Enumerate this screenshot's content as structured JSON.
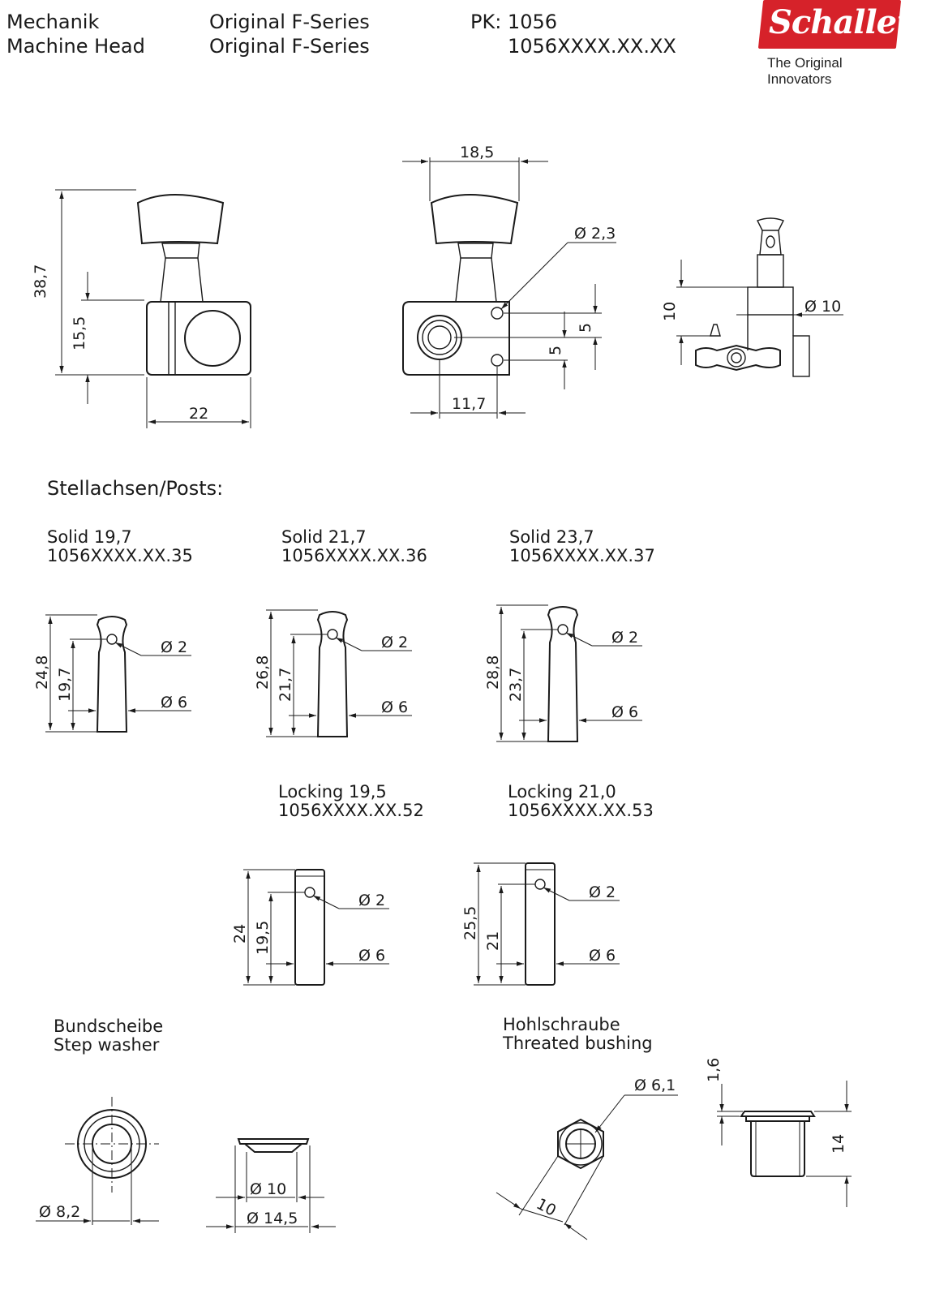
{
  "header": {
    "col1": [
      "Mechanik",
      "Machine Head"
    ],
    "col2": [
      "Original F-Series",
      "Original F-Series"
    ],
    "pk_label": "PK: 1056",
    "pk_number": "1056XXXX.XX.XX"
  },
  "logo": {
    "wordmark": "Schaller",
    "tagline": "The Original Innovators",
    "color": "#d6222a"
  },
  "machine_head": {
    "front_dims": {
      "height": "38,7",
      "body_height": "15,5",
      "width": "22"
    },
    "rear_dims": {
      "button_width": "18,5",
      "hole_dia": "Ø 2,3",
      "spacing_a": "5",
      "spacing_b": "5",
      "offset": "11,7"
    },
    "side_dims": {
      "post_height": "10",
      "bushing_dia": "Ø 10"
    }
  },
  "posts": {
    "heading": "Stellachsen/Posts:",
    "items": [
      {
        "name": "Solid 19,7",
        "code": "1056XXXX.XX.35",
        "total": "24,8",
        "post": "19,7",
        "hole": "Ø 2",
        "dia": "Ø 6"
      },
      {
        "name": "Solid 21,7",
        "code": "1056XXXX.XX.36",
        "total": "26,8",
        "post": "21,7",
        "hole": "Ø 2",
        "dia": "Ø 6"
      },
      {
        "name": "Solid 23,7",
        "code": "1056XXXX.XX.37",
        "total": "28,8",
        "post": "23,7",
        "hole": "Ø 2",
        "dia": "Ø 6"
      },
      {
        "name": "Locking 19,5",
        "code": "1056XXXX.XX.52",
        "total": "24",
        "post": "19,5",
        "hole": "Ø 2",
        "dia": "Ø 6"
      },
      {
        "name": "Locking 21,0",
        "code": "1056XXXX.XX.53",
        "total": "25,5",
        "post": "21",
        "hole": "Ø 2",
        "dia": "Ø 6"
      }
    ]
  },
  "washer": {
    "title": [
      "Bundscheibe",
      "Step washer"
    ],
    "dia_small": "Ø 8,2",
    "dia_inner": "Ø 10",
    "dia_outer": "Ø 14,5"
  },
  "bushing": {
    "title": [
      "Hohlschraube",
      "Threated bushing"
    ],
    "dia": "Ø 6,1",
    "hex": "10",
    "flange": "1,6",
    "length": "14"
  }
}
